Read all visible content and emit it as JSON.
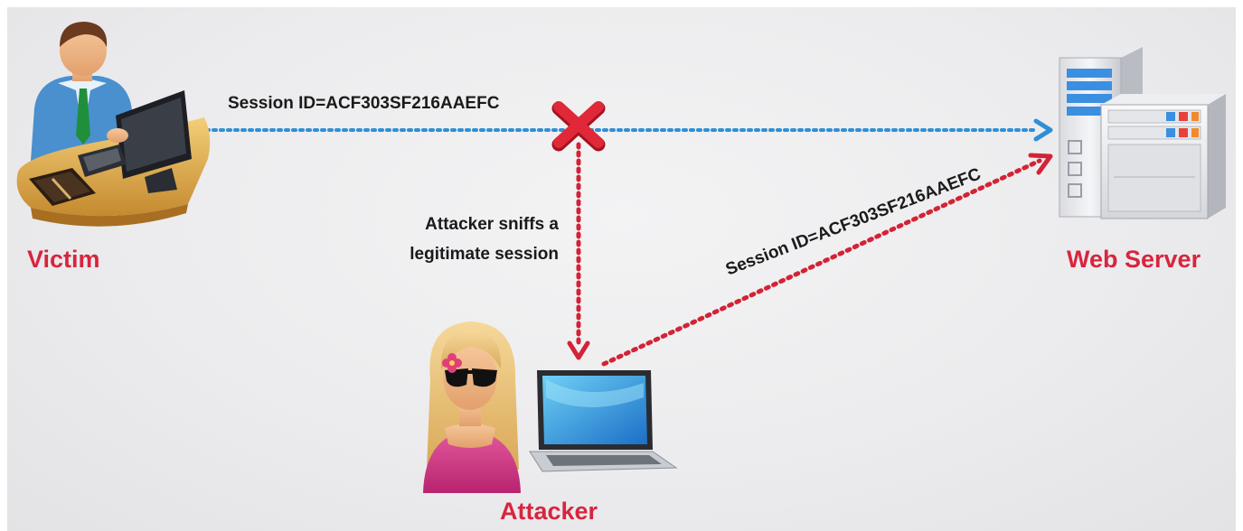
{
  "colors": {
    "node_label": "#d8253e",
    "blue_line": "#2f8fd6",
    "red_line": "#d32336",
    "x_mark": "#e12838"
  },
  "nodes": {
    "victim": {
      "label": "Victim",
      "icon": "office-worker-at-desk-icon"
    },
    "server": {
      "label": "Web Server",
      "icon": "web-server-rack-icon"
    },
    "attacker": {
      "label": "Attacker",
      "icon": "hacker-with-sunglasses-and-laptop-icon"
    }
  },
  "edges": {
    "victim_to_server": {
      "label": "Session ID=ACF303SF216AAEFC",
      "style": "blue-dotted-arrow",
      "blocked_icon": "red-x-icon"
    },
    "sniff": {
      "label_line1": "Attacker sniffs a",
      "label_line2": "legitimate session",
      "style": "red-dotted-arrow"
    },
    "attacker_to_server": {
      "label": "Session ID=ACF303SF216AAEFC",
      "style": "red-dotted-arrow"
    }
  }
}
